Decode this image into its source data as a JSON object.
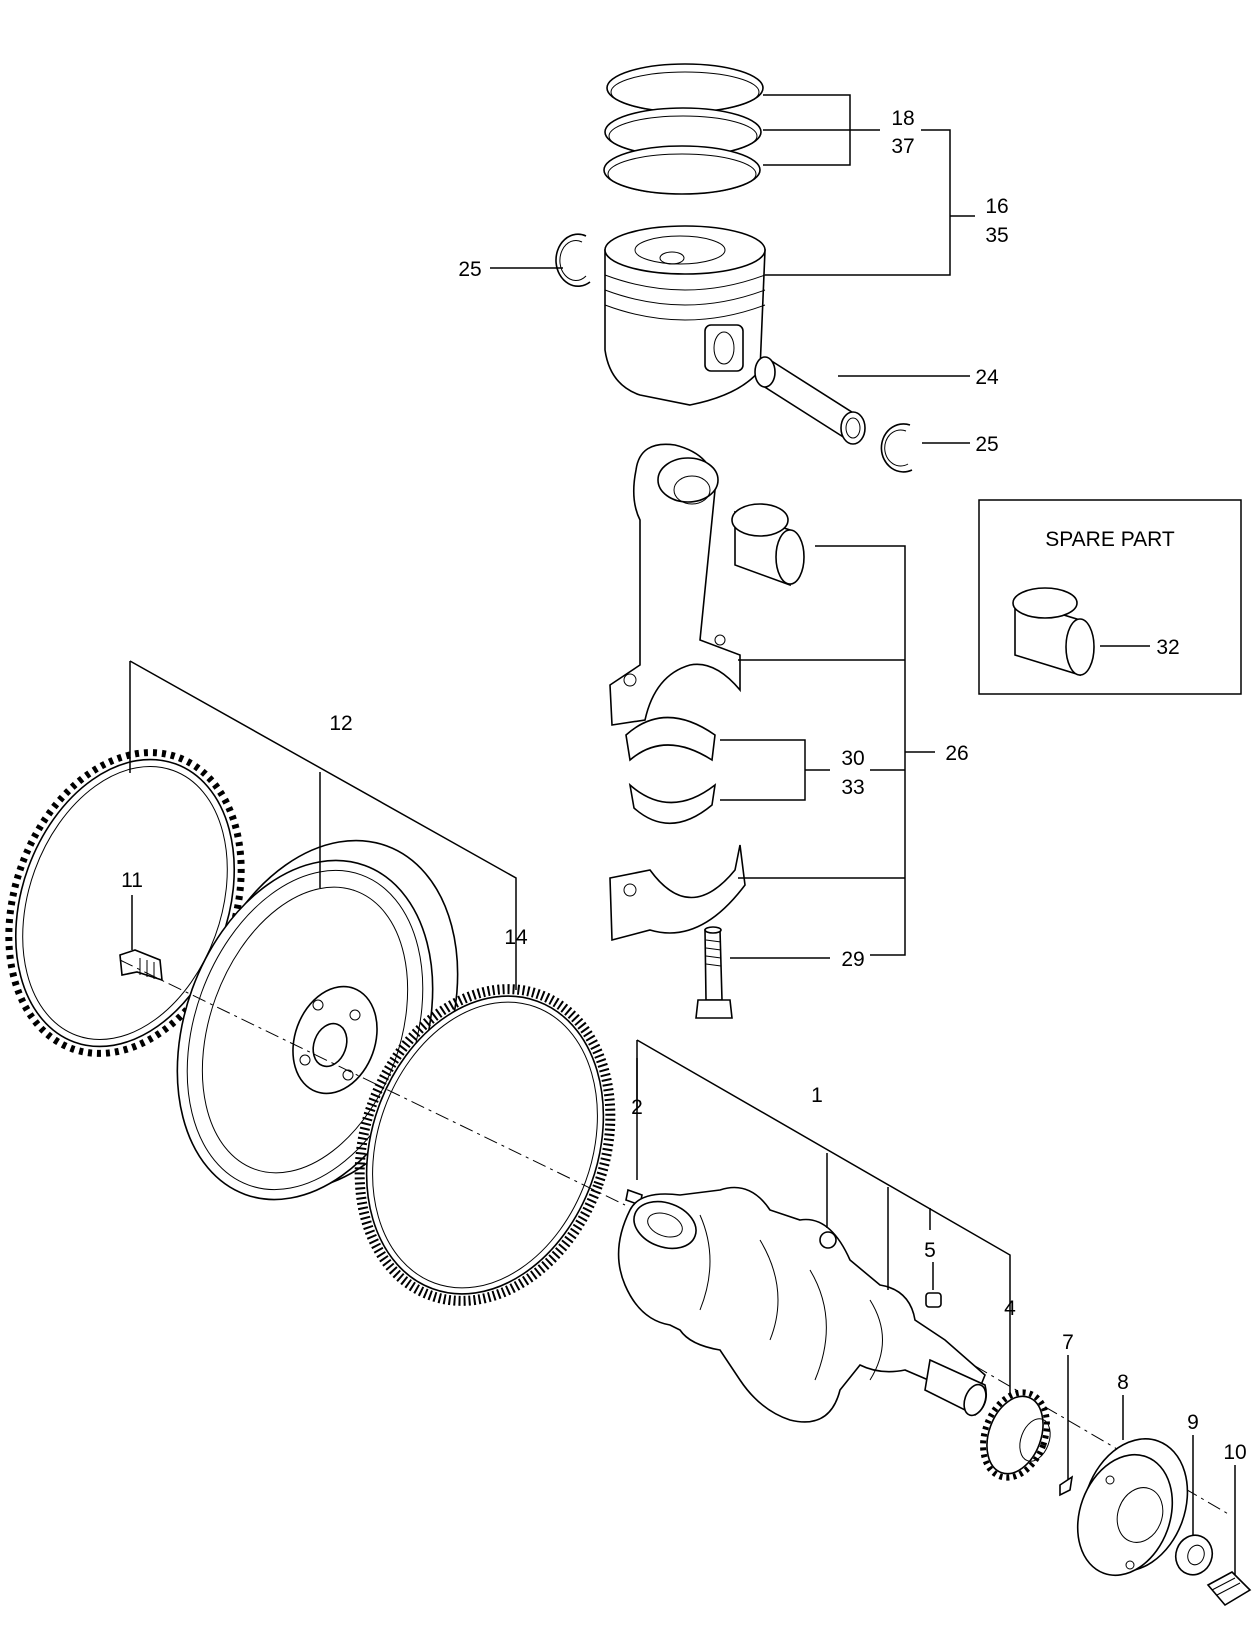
{
  "labels": {
    "l1": "1",
    "l2": "2",
    "l4": "4",
    "l5": "5",
    "l7": "7",
    "l8": "8",
    "l9": "9",
    "l10": "10",
    "l11": "11",
    "l12": "12",
    "l14": "14",
    "l16": "16",
    "l35": "35",
    "l18": "18",
    "l37": "37",
    "l24": "24",
    "l25a": "25",
    "l25b": "25",
    "l26": "26",
    "l29": "29",
    "l30": "30",
    "l33": "33",
    "l32": "32"
  },
  "spare_box": {
    "title": "SPARE  PART"
  }
}
